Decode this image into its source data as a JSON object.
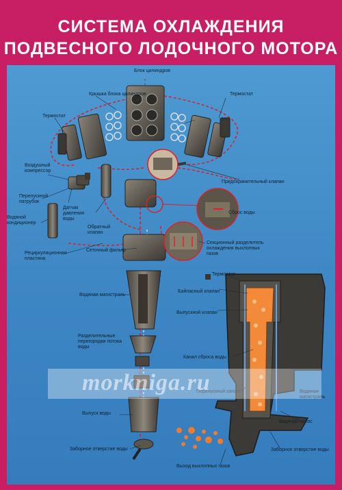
{
  "title": {
    "line1": "СИСТЕМА ОХЛАЖДЕНИЯ",
    "line2": "ПОДВЕСНОГО ЛОДОЧНОГО МОТОРА"
  },
  "labels": {
    "cylinder_block": "Блок цилиндров",
    "cylinder_head_cover": "Крышка блока цилиндров",
    "thermostat": "Термостат",
    "air_compressor": "Воздушный\nкомпрессор",
    "relief_valve": "Предохранительный клапан",
    "bypass_pipe": "Перепускной\nпатрубок",
    "water_pressure_sensor": "Датчик\nдавления\nводы",
    "water_discharge": "Сброс воды",
    "water_conditioner": "Водяной\nкондиционер",
    "check_valve": "Обратный\nклапан",
    "recirculation_plate": "Рециркуляционная\nпластина",
    "mesh_filter": "Сеточный фильтр",
    "sectional_separator": "Секционный разделитель\nохлаждения выхлопных\nгазов",
    "water_main": "Водяная магистраль",
    "bypass_valve": "Байпасный клапан",
    "outlet_valve": "Выпускной клапан",
    "flow_partitions": "Разделительные\nперегородки потока\nводы",
    "discharge_channel": "Канал сброса воды",
    "bypass_channel": "Перепускной канал",
    "water_outlet": "Выпуск воды",
    "water_pump": "Водяной насос",
    "intake_opening": "Заборное отверстие воды",
    "exhaust_outlet": "Выход выхлопных газов"
  },
  "watermark": "morkniga.ru",
  "colors": {
    "frame": "#c81e63",
    "panel": "#4a93cf",
    "route": "#d8232a",
    "exhaust": "#ef7b2f"
  }
}
